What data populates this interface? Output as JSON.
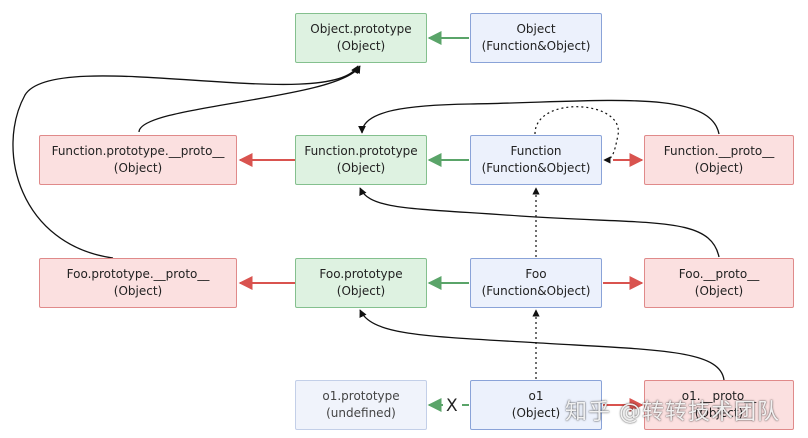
{
  "nodes": {
    "object_prototype": {
      "line1": "Object.prototype",
      "line2": "(Object)"
    },
    "object": {
      "line1": "Object",
      "line2": "(Function&Object)"
    },
    "function_prototype_proto": {
      "line1": "Function.prototype.__proto__",
      "line2": "(Object)"
    },
    "function_prototype": {
      "line1": "Function.prototype",
      "line2": "(Object)"
    },
    "function": {
      "line1": "Function",
      "line2": "(Function&Object)"
    },
    "function_proto": {
      "line1": "Function.__proto__",
      "line2": "(Object)"
    },
    "foo_prototype_proto": {
      "line1": "Foo.prototype.__proto__",
      "line2": "(Object)"
    },
    "foo_prototype": {
      "line1": "Foo.prototype",
      "line2": "(Object)"
    },
    "foo": {
      "line1": "Foo",
      "line2": "(Function&Object)"
    },
    "foo_proto": {
      "line1": "Foo.__proto__",
      "line2": "(Object)"
    },
    "o1_prototype": {
      "line1": "o1.prototype",
      "line2": "(undefined)"
    },
    "o1": {
      "line1": "o1",
      "line2": "(Object)"
    },
    "o1_proto": {
      "line1": "o1.__proto__",
      "line2": "(Object)"
    }
  },
  "no_prototype_mark": "X",
  "watermark": "知乎 @转转技术团队",
  "colors": {
    "prototype_arrow": "#5aa469",
    "proto_arrow": "#d9534f",
    "link_line": "#111111"
  }
}
